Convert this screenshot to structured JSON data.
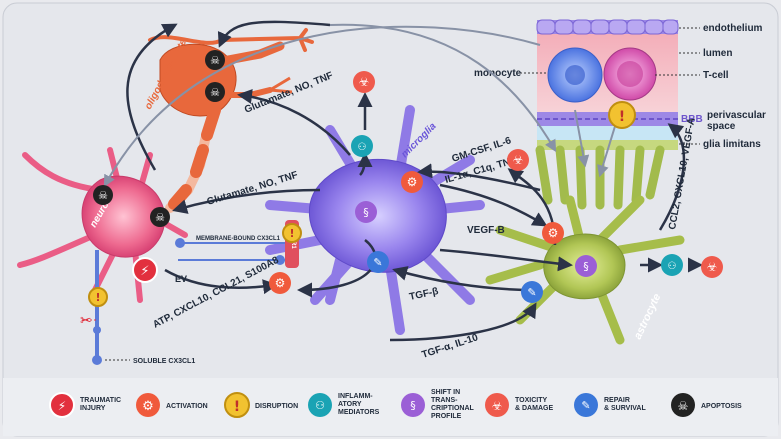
{
  "cells": {
    "oligodendrocyte": "oligodendrocyte",
    "neuron": "neuron",
    "microglia": "microglia",
    "astrocyte": "astrocyte",
    "monocyte": "monocyte",
    "tcell": "T-cell"
  },
  "vessel": {
    "endothelium": "endothelium",
    "lumen": "lumen",
    "bbb": "BBB",
    "perivascular": "perivascular",
    "space": "space",
    "glia_limitans": "glia limitans"
  },
  "arrows": {
    "glut_no_tnf_top": "Glutamate, NO, TNF",
    "glut_no_tnf_mid": "Glutamate, NO, TNF",
    "gm_csf": "GM-CSF, IL-6",
    "il1": "IL-1α, C1q, TNF-α",
    "vegfb": "VEGF-B",
    "tgfb": "TGF-β",
    "tgfa": "TGF-α, IL-10",
    "atp": "ATP, CXCL10, CCL21, S100A8",
    "ccl2": "CCL2, CXCL10, VEGF-A",
    "ev": "EV",
    "membrane_cx3cl1": "MEMBRANE-BOUND CX3CL1",
    "cx3cr1": "CX3CR1",
    "soluble_cx3cl1": "SOLUBLE CX3CL1"
  },
  "legend": [
    {
      "icon": "lightning-icon",
      "color": "#e2303e",
      "label1": "TRAUMATIC",
      "label2": "INJURY"
    },
    {
      "icon": "gear-icon",
      "color": "#f05a3c",
      "label1": "ACTIVATION",
      "label2": ""
    },
    {
      "icon": "exclamation-icon",
      "color": "#f2c230",
      "label1": "DISRUPTION",
      "label2": ""
    },
    {
      "icon": "network-icon",
      "color": "#1aa3b4",
      "label1": "INFLAMM-",
      "label2": "ATORY",
      "label3": "MEDIATORS"
    },
    {
      "icon": "dna-icon",
      "color": "#9b5fd6",
      "label1": "SHIFT IN",
      "label2": "TRANS-",
      "label3": "CRIPTIONAL",
      "label4": "PROFILE"
    },
    {
      "icon": "biohazard-icon",
      "color": "#ef5a4c",
      "label1": "TOXICITY",
      "label2": "& DAMAGE"
    },
    {
      "icon": "wrench-icon",
      "color": "#3a77d9",
      "label1": "REPAIR",
      "label2": "& SURVIVAL"
    },
    {
      "icon": "skull-icon",
      "color": "#222222",
      "label1": "APOPTOSIS",
      "label2": ""
    }
  ],
  "colors": {
    "neuron": "#ea5d86",
    "microglia": "#8f7ae6",
    "astrocyte": "#a6bd4a",
    "oligodendrocyte": "#e8683c",
    "arrow": "#2b3347"
  }
}
